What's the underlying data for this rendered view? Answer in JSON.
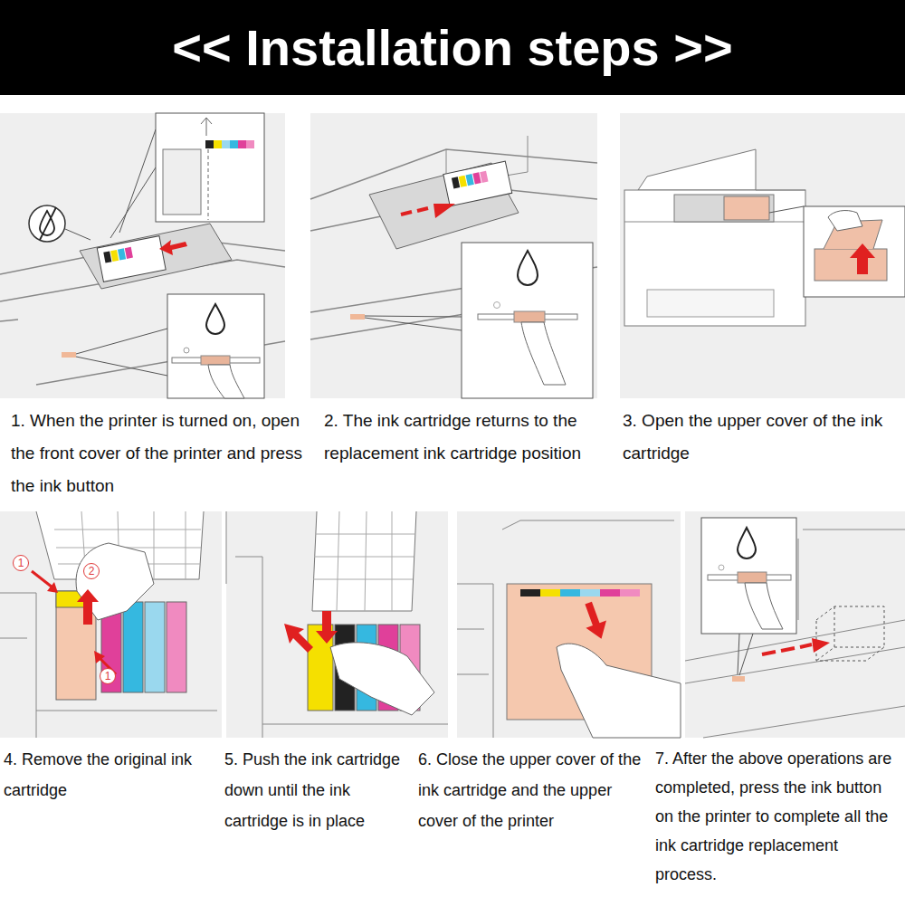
{
  "diagram": {
    "title": "<< Installation steps >>",
    "nodes": [
      {
        "text": [
          "1. When the printer is turned on, open the front cover of the printer and press the ink button"
        ]
      },
      {
        "text": [
          "2. The ink cartridge returns to the replacement ink cartridge position"
        ]
      },
      {
        "text": [
          "3. Open the upper cover of the ink cartridge"
        ]
      },
      {
        "text": [
          "4. Remove the original ink cartridge"
        ]
      },
      {
        "text": [
          "5. Push the ink cartridge down until the ink cartridge is in place"
        ]
      },
      {
        "text": [
          "6. Close the upper cover of the ink cartridge and the upper cover of the printer"
        ]
      },
      {
        "text": [
          "7. After the above operations are completed, press the ink button on the printer to complete all the ink cartridge replacement process."
        ]
      }
    ],
    "labels": [
      "1",
      "2",
      "1"
    ]
  }
}
